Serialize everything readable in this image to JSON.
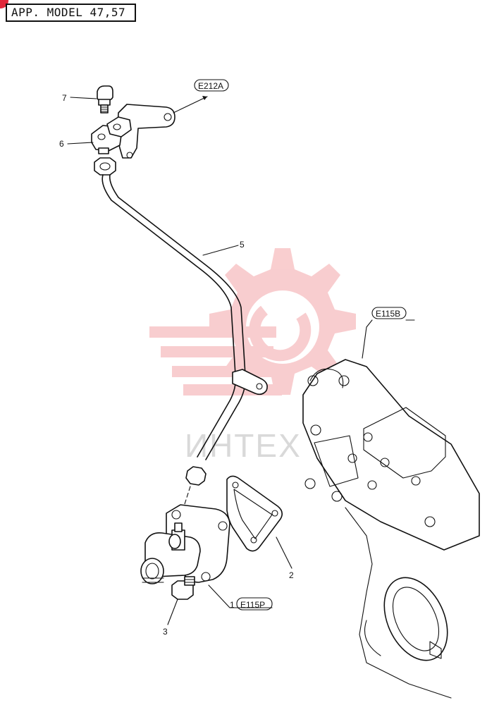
{
  "header": {
    "model_label": "APP. MODEL  47,57"
  },
  "watermark": {
    "text": "ИНТЕХ",
    "color": "#f4a5a8"
  },
  "references": {
    "e212a": "E212A",
    "e115b": "E115B",
    "e115p": "E115P"
  },
  "parts": [
    {
      "num": "7"
    },
    {
      "num": "6"
    },
    {
      "num": "5"
    },
    {
      "num": "2"
    },
    {
      "num": "1"
    },
    {
      "num": "3"
    }
  ]
}
